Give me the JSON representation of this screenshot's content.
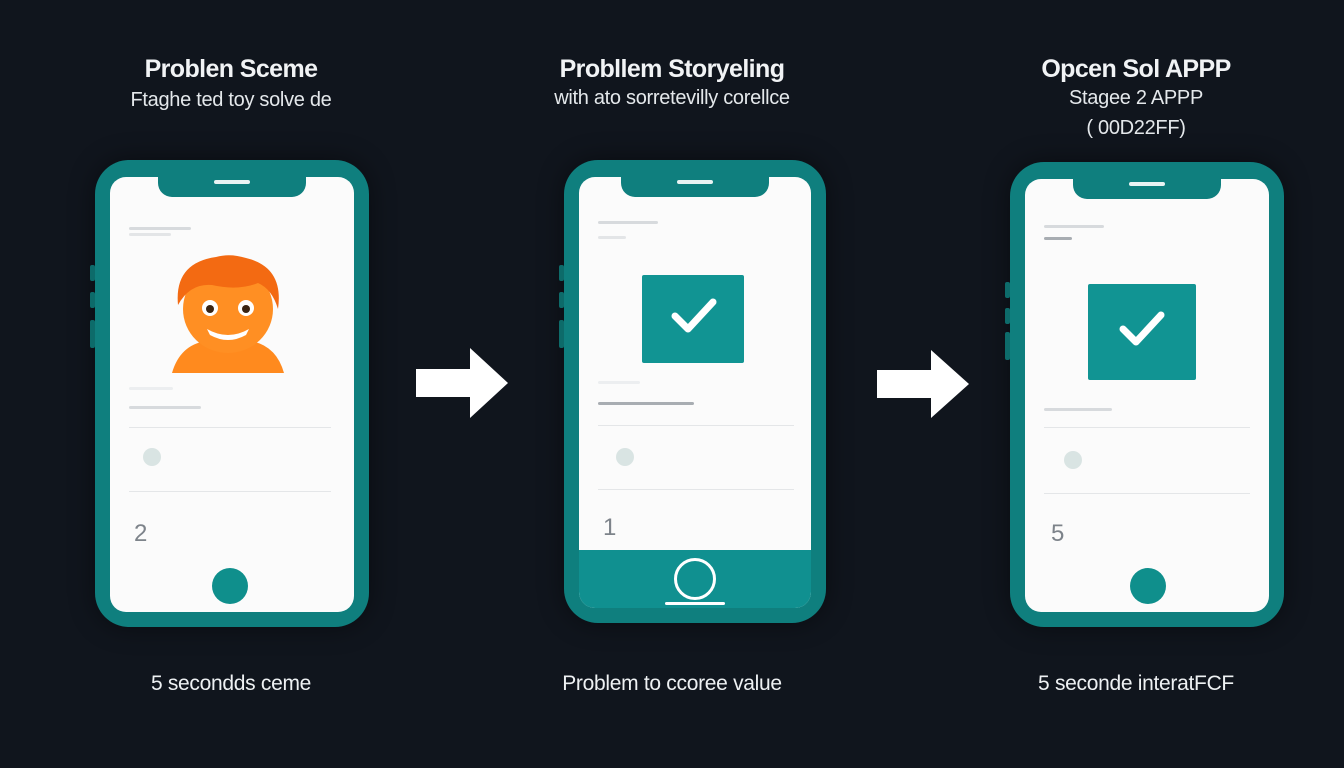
{
  "stages": [
    {
      "title": "Problen Sceme",
      "subtitle": "Ftaghe ted toy solve de",
      "subtitle2": "",
      "screen_number": "2",
      "caption": "5 secondds ceme",
      "visual": "face-icon"
    },
    {
      "title": "Probllem Storyeling",
      "subtitle": "with ato sorretevilly corellce",
      "subtitle2": "",
      "screen_number": "1",
      "caption": "Problem to ccoree value",
      "visual": "check-icon"
    },
    {
      "title": "Opcen Sol APPP",
      "subtitle": "Stagee 2 APPP",
      "subtitle2": "( 00D22FF)",
      "screen_number": "5",
      "caption": "5  seconde interatFCF",
      "visual": "check-icon"
    }
  ],
  "colors": {
    "background": "#10151d",
    "phone_frame": "#0f7f7e",
    "accent": "#119493",
    "face": "#ff8a1e"
  }
}
